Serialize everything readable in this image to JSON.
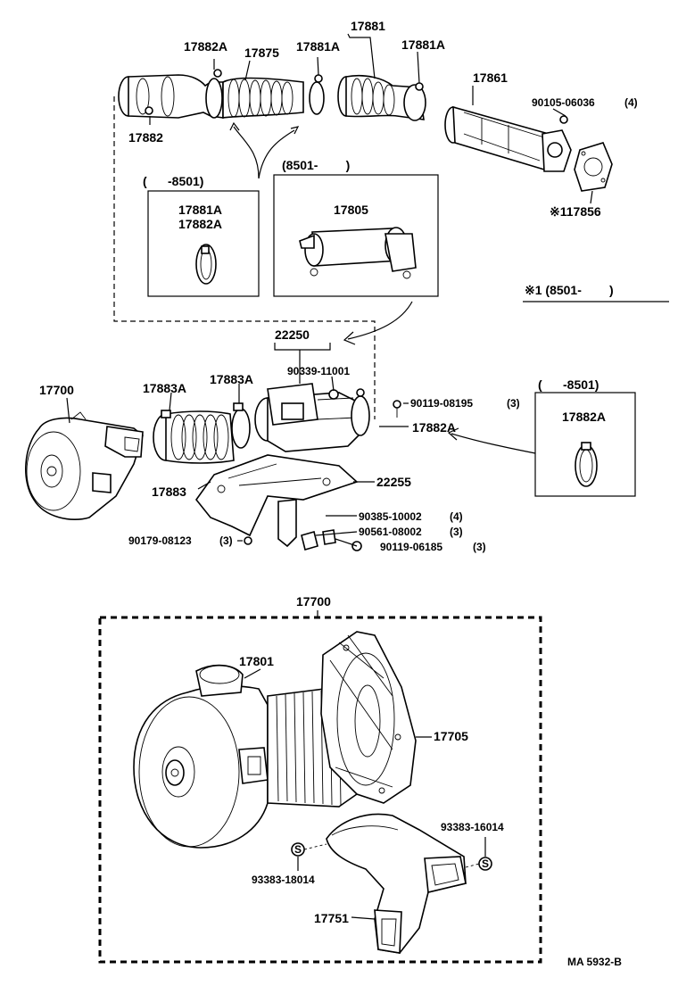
{
  "labels": {
    "p17881": "17881",
    "p17882A_top": "17882A",
    "p17875": "17875",
    "p17881A_a": "17881A",
    "p17881A_b": "17881A",
    "p17882": "17882",
    "p17861": "17861",
    "p90105": "90105-06036",
    "p90105_qty": "(4)",
    "p17856": "※117856",
    "box1_range": "(      -8501)",
    "box1_l1": "17881A",
    "box1_l2": "17882A",
    "box2_range": "(8501-        )",
    "box2_l1": "17805",
    "note1": "※1 (8501-        )",
    "p22250": "22250",
    "p90339": "90339-11001",
    "p90119_08195": "90119-08195",
    "p90119_08195_qty": "(3)",
    "p17700_top": "17700",
    "p17883A_a": "17883A",
    "p17883A_b": "17883A",
    "p17882A_mid": "17882A",
    "box3_range": "(      -8501)",
    "box3_l1": "17882A",
    "p17883": "17883",
    "p22255": "22255",
    "p90385": "90385-10002",
    "p90385_qty": "(4)",
    "p90561": "90561-08002",
    "p90561_qty": "(3)",
    "p90119_06185": "90119-06185",
    "p90119_06185_qty": "(3)",
    "p90179": "90179-08123",
    "p90179_qty": "(3)",
    "p17700_bottom": "17700",
    "p17801": "17801",
    "p17705": "17705",
    "p93383_16014": "93383-16014",
    "p93383_18014": "93383-18014",
    "p17751": "17751",
    "s_mark_a": "S",
    "s_mark_b": "S",
    "code": "MA 5932-B"
  }
}
